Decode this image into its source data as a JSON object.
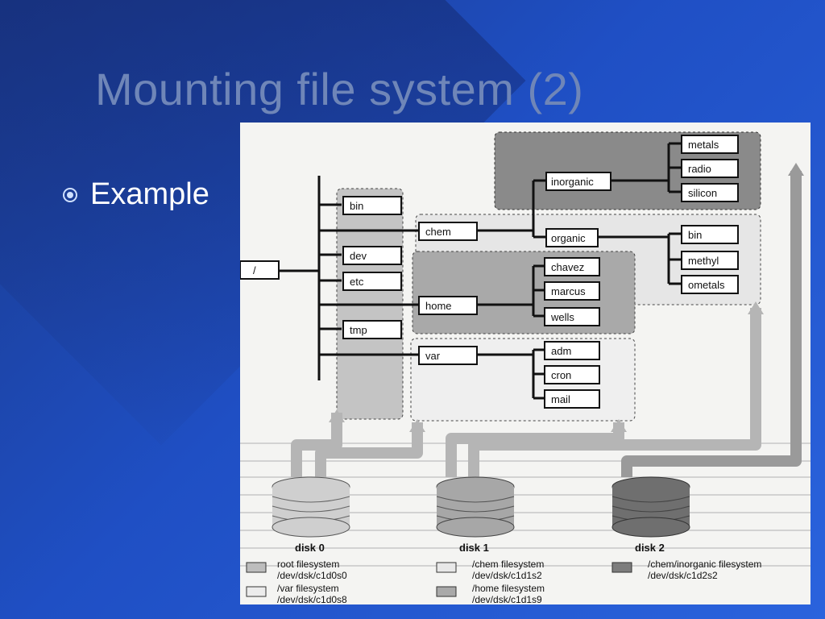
{
  "slide": {
    "title": "Mounting file system (2)",
    "bullet": "Example"
  },
  "tree": {
    "root": "/",
    "level1": [
      "bin",
      "dev",
      "etc",
      "tmp"
    ],
    "chem": "chem",
    "inorganic": "inorganic",
    "inorganic_children": [
      "metals",
      "radio",
      "silicon"
    ],
    "organic": "organic",
    "organic_children": [
      "bin",
      "methyl",
      "ometals"
    ],
    "home": "home",
    "home_children": [
      "chavez",
      "marcus",
      "wells"
    ],
    "var": "var",
    "var_children": [
      "adm",
      "cron",
      "mail"
    ]
  },
  "disks": [
    "disk 0",
    "disk 1",
    "disk 2"
  ],
  "legend": [
    {
      "line1": "root filesystem",
      "line2": "/dev/dsk/c1d0s0",
      "color": "#bdbdbd"
    },
    {
      "line1": "/var filesystem",
      "line2": "/dev/dsk/c1d0s8",
      "color": "#ececec"
    },
    {
      "line1": "/chem filesystem",
      "line2": "/dev/dsk/c1d1s2",
      "color": "#e8e8e8"
    },
    {
      "line1": "/home filesystem",
      "line2": "/dev/dsk/c1d1s9",
      "color": "#a9a9a9"
    },
    {
      "line1": "/chem/inorganic filesystem",
      "line2": "/dev/dsk/c1d2s2",
      "color": "#7d7d7d"
    }
  ]
}
